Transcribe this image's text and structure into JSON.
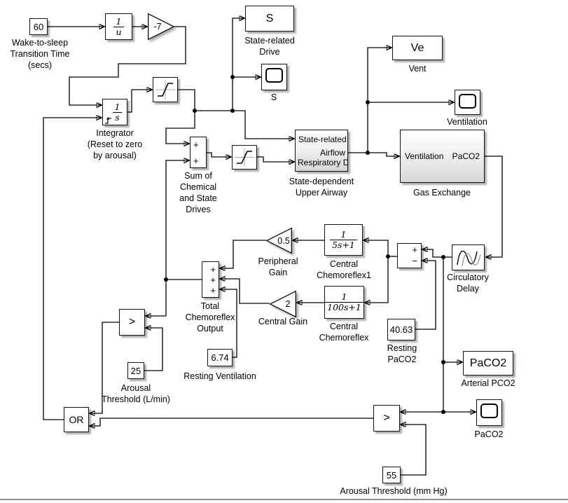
{
  "canvas": {
    "background": "#ffffff",
    "wire_color": "#000000",
    "bottom_border_color": "#8f9193"
  },
  "blocks": {
    "wake_constant": {
      "value": "60",
      "label": "Wake-to-sleep\nTransition Time\n(secs)"
    },
    "math_reciprocal": {
      "num": "1",
      "den": "u"
    },
    "wake_gain": {
      "value": "-7"
    },
    "goto_s": {
      "text": "S",
      "label": "State-related\nDrive"
    },
    "scope_s": {
      "label": "S"
    },
    "goto_ve": {
      "text": "Ve",
      "label": "Vent"
    },
    "scope_ventilation": {
      "label": "Ventilation"
    },
    "integrator": {
      "num": "1",
      "den": "s",
      "label": "Integrator\n(Reset to zero\nby arousal)"
    },
    "sum_chem_state": {
      "signs": [
        "+",
        "+"
      ],
      "label": "Sum of\nChemical\nand State\nDrives"
    },
    "upper_airway": {
      "port_in1": "State-related D",
      "port_out": "Airflow",
      "port_in2": "Respiratory Dr",
      "label": "State-dependent\nUpper Airway"
    },
    "gas_exchange": {
      "port_in": "Ventilation",
      "port_out": "PaCO2",
      "label": "Gas Exchange"
    },
    "peripheral_gain": {
      "value": "0.5",
      "label": "Peripheral\nGain"
    },
    "central_chemoreflex1": {
      "num": "1",
      "den": "5s+1",
      "label": "Central\nChemoreflex1"
    },
    "paco2_sum": {
      "signs": [
        "+",
        "−"
      ]
    },
    "circulatory_delay": {
      "label": "Circulatory\nDelay"
    },
    "central_gain": {
      "value": "2",
      "label": "Central Gain"
    },
    "central_chemoreflex": {
      "num": "1",
      "den": "100s+1",
      "label": "Central\nChemoreflex"
    },
    "resting_paco2": {
      "value": "40.63",
      "label": "Resting\nPaCO2"
    },
    "total_chemoreflex_sum": {
      "signs": [
        "+",
        "+",
        "+"
      ],
      "label": "Total\nChemoreflex\nOutput"
    },
    "resting_ventilation": {
      "value": "6.74",
      "label": "Resting Ventilation"
    },
    "relop_ventilation": {
      "symbol": ">"
    },
    "arousal_threshold_lmin": {
      "value": "25",
      "label": "Arousal\nThreshold (L/min)"
    },
    "logic_or": {
      "text": "OR"
    },
    "goto_paco2": {
      "text": "PaCO2",
      "label": "Arterial PCO2"
    },
    "scope_paco2": {
      "label": "PaCO2"
    },
    "relop_paco2": {
      "symbol": ">"
    },
    "arousal_threshold_mmhg": {
      "value": "55",
      "label": "Arousal Threshold (mm Hg)"
    }
  }
}
